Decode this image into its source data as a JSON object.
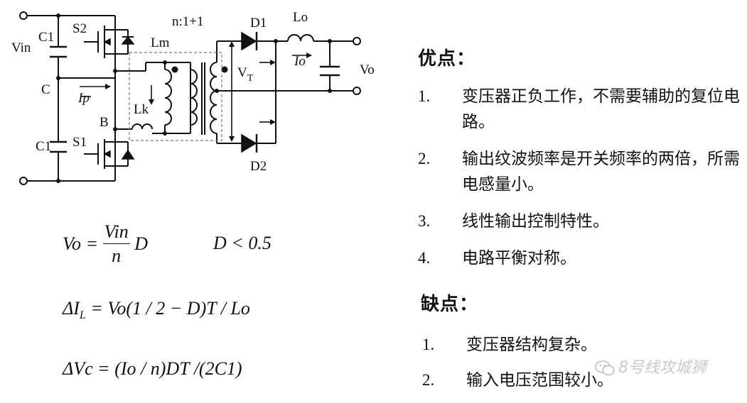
{
  "schematic": {
    "labels": {
      "vin": "Vin",
      "c1_top": "C1",
      "s2": "S2",
      "lm": "Lm",
      "ratio": "n:1+1",
      "d1": "D1",
      "lo": "Lo",
      "io": "Io",
      "vo": "Vo",
      "c": "C",
      "ip": "Ip",
      "lk": "Lk",
      "vt": "V",
      "vt_sub": "T",
      "b": "B",
      "c1_bottom": "C1",
      "s1": "S1",
      "d2": "D2"
    }
  },
  "formulas": {
    "f1_lhs": "Vo =",
    "f1_num": "Vin",
    "f1_den": "n",
    "f1_d": "D",
    "condition": "D < 0.5",
    "f2": "ΔI_L = Vo(1 / 2 − D)T / Lo",
    "f2_a": "ΔI",
    "f2_sub": "L",
    "f2_b": " = Vo(1 / 2 − D)T / Lo",
    "f3": "ΔVc = (Io / n)DT /(2C1)"
  },
  "advantages": {
    "title": "优点：",
    "items": [
      {
        "num": "1.",
        "text": "变压器正负工作，不需要辅助的复位电路。"
      },
      {
        "num": "2.",
        "text": "输出纹波频率是开关频率的两倍，所需电感量小。"
      },
      {
        "num": "3.",
        "text": "线性输出控制特性。"
      },
      {
        "num": "4.",
        "text": "电路平衡对称。"
      }
    ]
  },
  "disadvantages": {
    "title": "缺点：",
    "items": [
      {
        "num": "1.",
        "text": "变压器结构复杂。"
      },
      {
        "num": "2.",
        "text": "输入电压范围较小。"
      }
    ]
  },
  "watermark": {
    "text": "8号线攻城狮",
    "icon": "wechat-icon"
  }
}
